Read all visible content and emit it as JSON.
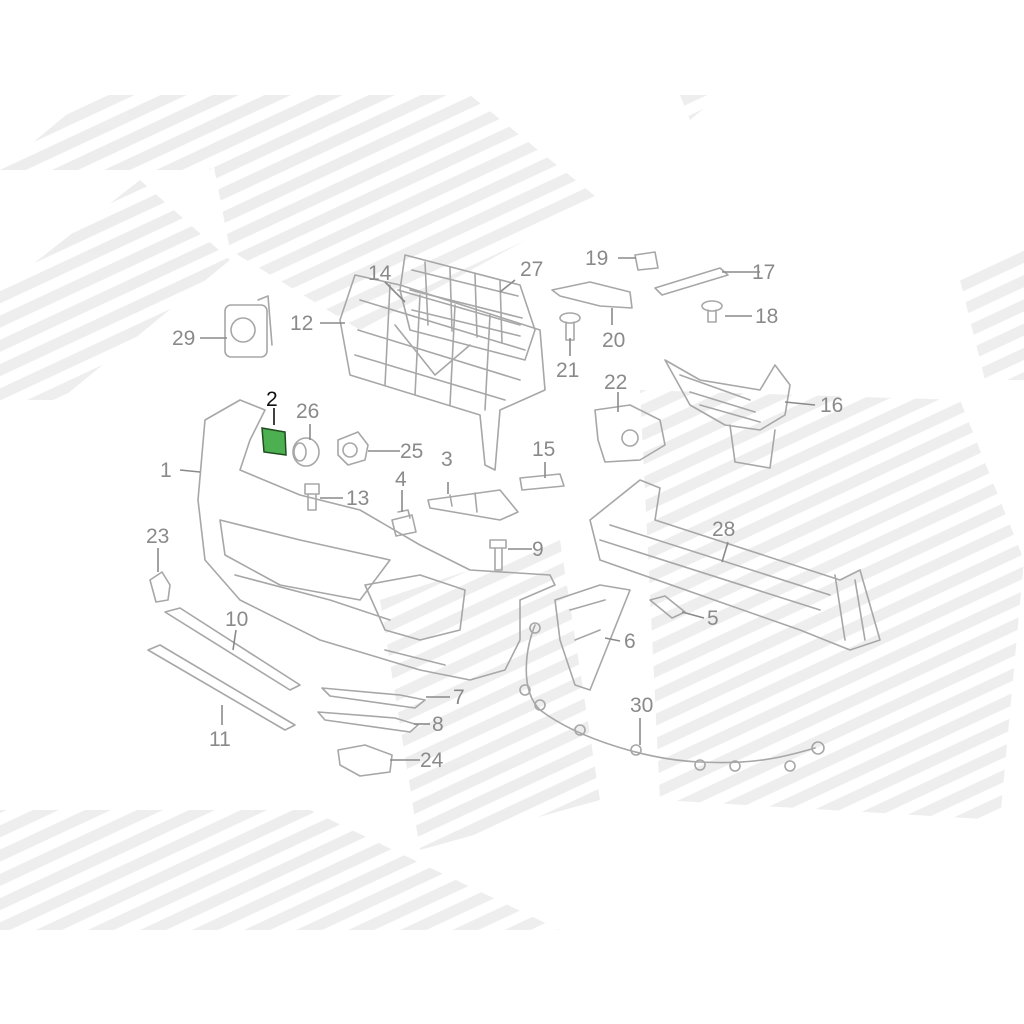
{
  "diagram": {
    "highlight_color": "#4caf50",
    "highlighted_part": "2",
    "callouts": {
      "p1": "1",
      "p2": "2",
      "p3": "3",
      "p4": "4",
      "p5": "5",
      "p6": "6",
      "p7": "7",
      "p8": "8",
      "p9": "9",
      "p10": "10",
      "p11": "11",
      "p12": "12",
      "p13": "13",
      "p14": "14",
      "p15": "15",
      "p16": "16",
      "p17": "17",
      "p18": "18",
      "p19": "19",
      "p20": "20",
      "p21": "21",
      "p22": "22",
      "p23": "23",
      "p24": "24",
      "p25": "25",
      "p26": "26",
      "p27": "27",
      "p28": "28",
      "p29": "29",
      "p30": "30"
    }
  }
}
